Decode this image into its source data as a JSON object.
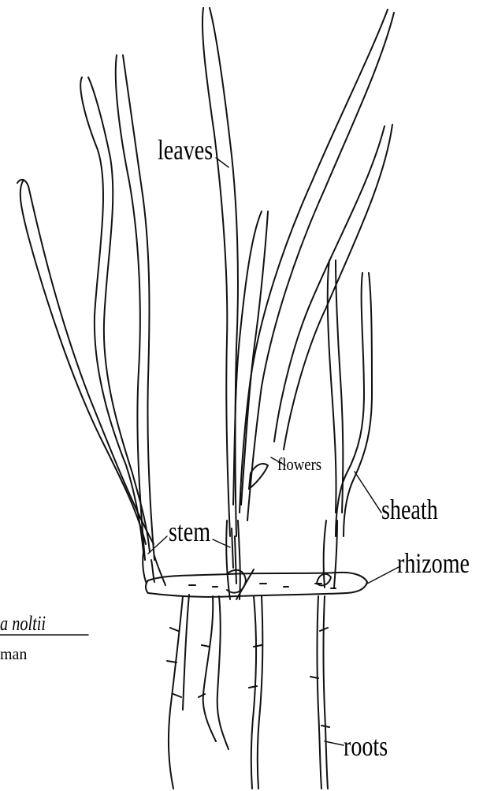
{
  "labels": {
    "leaves": "leaves",
    "flowers": "flowers",
    "stem": "stem",
    "sheath": "sheath",
    "rhizome": "rhizome",
    "roots": "roots"
  },
  "caption": {
    "species": "a noltii",
    "author": "man"
  }
}
